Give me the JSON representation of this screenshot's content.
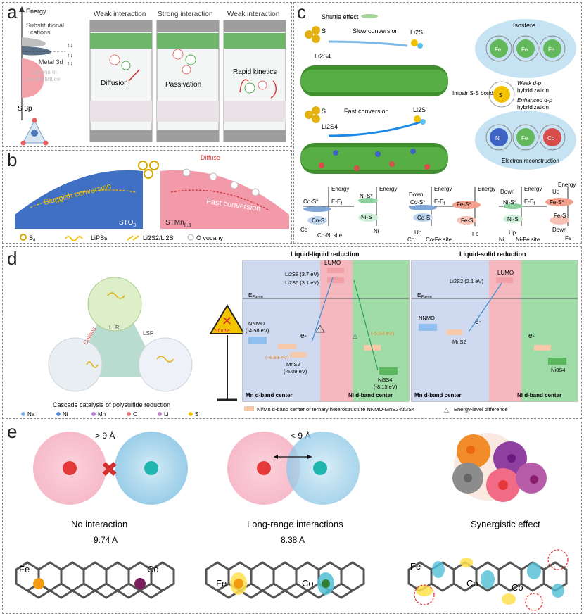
{
  "panel_a": {
    "label": "a",
    "energy": "Energy",
    "substitutional": "Substitutional",
    "cations": "cations",
    "metal3d": "Metal 3d",
    "cations_parent_1": "Cations in",
    "cations_parent_2": "parent lattice",
    "s3p": "S 3p",
    "frames": [
      {
        "title": "Weak interaction",
        "caption": "Diffusion"
      },
      {
        "title": "Strong interaction",
        "caption": "Passivation"
      },
      {
        "title": "Weak interaction",
        "caption": "Rapid kinetics"
      }
    ]
  },
  "panel_b": {
    "label": "b",
    "sluggish": "Sluggish conversion",
    "fast": "Fast conversion",
    "diffuse": "Diffuse",
    "sto": "STO",
    "sto_sub": "3",
    "stmn": "STMn",
    "stmn_sub": "0.3",
    "legend": [
      "S",
      "LiPSs",
      "Li2S2/Li2S",
      "O vocany"
    ],
    "legend_s_sub": "8"
  },
  "panel_c": {
    "label": "c",
    "shuttle": "Shuttle effect",
    "s8_top": "S",
    "slow": "Slow conversion",
    "li2s_top": "Li2S",
    "li2s4_top": "Li2S4",
    "s8_bottom": "S",
    "fast": "Fast conversion",
    "li2s_bottom": "Li2S",
    "li2s4_bottom": "Li2S4",
    "isostere": "Isostere",
    "weak_dp_1": "Weak d-p",
    "weak_dp_2": "hybridization",
    "enh_dp_1": "Enhanced d-p",
    "enh_dp_2": "hybridization",
    "impair": "Impair S-S bond",
    "electron_recon": "Electron reconstruction",
    "atoms_top": [
      "Fe",
      "Fe",
      "Fe"
    ],
    "atom_mid": "S",
    "atoms_bottom": [
      "Ni",
      "Fe",
      "Co"
    ],
    "diagrams": [
      {
        "site": "Co-Ni site",
        "left": "Co",
        "right": "Ni",
        "lstar": "Co-S*",
        "rstar": "Ni-S*",
        "lb": "Co-S",
        "rb": "Ni-S"
      },
      {
        "site": "Co-Fe site",
        "left": "Co",
        "right": "Fe",
        "lstar": "Co-S*",
        "rstar": "Fe-S*",
        "lb": "Co-S",
        "rb": "Fe-S",
        "down": "Down",
        "up": "Up"
      },
      {
        "site": "Ni-Fe site",
        "left": "Ni",
        "right": "Fe",
        "lstar": "Ni-S*",
        "rstar": "Fe-S*",
        "lb": "Ni-S",
        "rb": "Fe-S",
        "down": "Down",
        "up": "Up",
        "rup": "Up",
        "rdown": "Down"
      }
    ],
    "energy": "Energy",
    "eef": "E-E",
    "eef_sub": "f"
  },
  "panel_d": {
    "label": "d",
    "cascade": "Cascade catalysis of polysulfide reduction",
    "llr": "LLR",
    "lsr": "LSR",
    "cations_arrow": "Cations",
    "shuttle": "Shuttle",
    "legend": [
      "Na",
      "Ni",
      "Mn",
      "O",
      "Li",
      "S"
    ],
    "ll_title": "Liquid-liquid reduction",
    "ls_title": "Liquid-solid reduction",
    "lumo": "LUMO",
    "efermi": "E",
    "efermi_sub": "Fermi",
    "li2s8": "Li2S8 (3.7 eV)",
    "li2s6": "Li2S6 (3.1 eV)",
    "nnmo_1": "NNMO",
    "nnmo_2": "(-4.58 eV)",
    "orange_val_l": "(-4.99 eV)",
    "mns2_1": "MnS2",
    "mns2_2": "(-5.09 eV)",
    "orange_val_r": "(-5.04 eV)",
    "ni3s4_1": "Ni3S4",
    "ni3s4_2": "(-8.15 eV)",
    "eminus": "e-",
    "mn_center": "Mn d-band center",
    "ni_center": "Ni d-band center",
    "li2s2": "Li2S2 (2.1 eV)",
    "nnmo_r": "NNMO",
    "mns2_r": "MnS2",
    "ni3s4_r": "Ni3S4",
    "legend2": "Ni/Mn d-band center of ternary heterostructure NNMO-MnS2-Ni3S4",
    "legend3": "Energy-level difference"
  },
  "panel_e": {
    "label": "e",
    "gt9": "> 9 Å",
    "lt9": "< 9 Å",
    "no_interaction": "No interaction",
    "long_range": "Long-range interactions",
    "synergistic": "Synergistic effect",
    "d1": "9.74 A",
    "d2": "8.38 A",
    "fe": "Fe",
    "co": "Co"
  },
  "colors": {
    "blue_panel": "#3f70c4",
    "pink_panel": "#f29aaa",
    "green_lattice": "#4c9a3a",
    "red_atom": "#e5383b",
    "teal_atom": "#21b5b0",
    "orange": "#f08a2c",
    "purple": "#8a1d6a"
  },
  "icons": [
    "cross-icon",
    "double-arrow-icon",
    "warning-triangle-icon",
    "sulfur-ring-icon"
  ]
}
